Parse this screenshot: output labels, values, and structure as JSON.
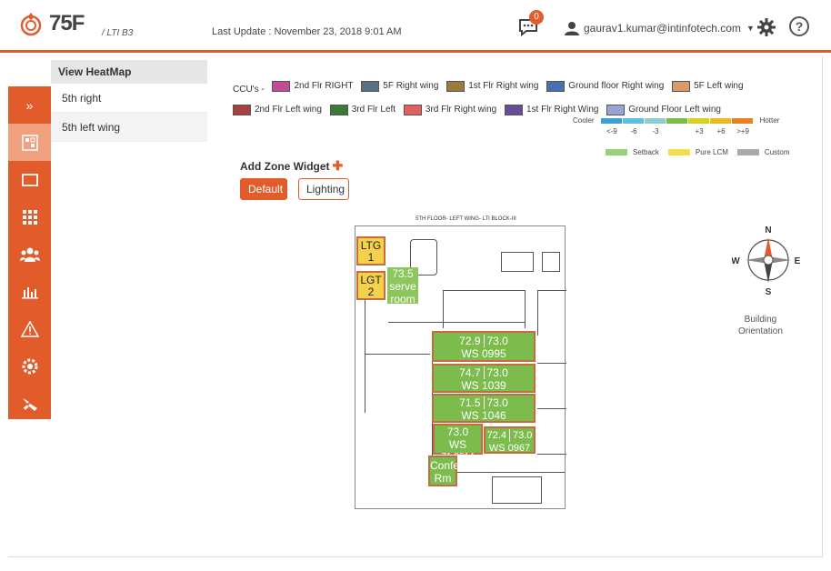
{
  "header": {
    "logo_text": "75F",
    "logo_sub": "/ LTI B3",
    "last_update": "Last Update : November 23, 2018 9:01 AM",
    "notification_count": "0",
    "user_email": "gaurav1.kumar@intinfotech.com",
    "help_label": "?"
  },
  "sidebar": {
    "rail_icons": [
      "expand-icon",
      "heatmap-icon",
      "monitor-icon",
      "grid-icon",
      "users-icon",
      "chart-icon",
      "alert-icon",
      "settings-icon",
      "tools-icon"
    ],
    "heading": "View HeatMap",
    "items": [
      {
        "label": "5th right"
      },
      {
        "label": "5th left wing"
      }
    ]
  },
  "legend": {
    "ccu_prefix": "CCU's -",
    "ccus": [
      {
        "label": "2nd Flr RIGHT",
        "color": "#c24a97"
      },
      {
        "label": "5F Right wing",
        "color": "#5a6f82"
      },
      {
        "label": "1st Flr Right wing",
        "color": "#9b7a3e"
      },
      {
        "label": "Ground floor Right wing",
        "color": "#4b6fb5"
      },
      {
        "label": "5F Left wing",
        "color": "#d99a6a"
      },
      {
        "label": "2nd Flr Left wing",
        "color": "#a8403f"
      },
      {
        "label": "3rd Flr Left",
        "color": "#3a7a35"
      },
      {
        "label": "3rd Flr Right wing",
        "color": "#e06060"
      },
      {
        "label": "1st Flr Right Wing",
        "color": "#6a4d9a"
      },
      {
        "label": "Ground Floor Left wing",
        "color": "#9aa4d4"
      }
    ]
  },
  "scale": {
    "cooler": "Cooler",
    "hotter": "Hotter",
    "colors": [
      "#3aa0d8",
      "#5cc0e0",
      "#8ad0d0",
      "#7cbc4c",
      "#d8d020",
      "#f0b820",
      "#e88020"
    ],
    "ticks": [
      "<-9",
      "-6",
      "-3",
      "",
      "+3",
      "+6",
      ">+9"
    ],
    "keys": [
      {
        "label": "Setback",
        "color": "#9bd07a"
      },
      {
        "label": "Pure LCM",
        "color": "#f3de4a"
      },
      {
        "label": "Custom",
        "color": "#aaaaaa"
      }
    ]
  },
  "widgets": {
    "add_zone": "Add Zone Widget",
    "default_btn": "Default",
    "lighting_btn": "Lighting"
  },
  "plan": {
    "title": "5TH FLOOR- LEFT WING- LTI BLOCK-III",
    "ltg1": [
      "LTG",
      "1"
    ],
    "lgt2": [
      "LGT",
      "2"
    ],
    "server": [
      "73.5",
      "serve",
      "room"
    ],
    "zones": [
      {
        "cur": "72.9",
        "set": "73.0",
        "name": "WS 0995"
      },
      {
        "cur": "74.7",
        "set": "73.0",
        "name": "WS 1039"
      },
      {
        "cur": "71.5",
        "set": "73.0",
        "name": "WS 1046"
      },
      {
        "cur": "72.4",
        "set": "73.0",
        "name": "WS 0967"
      }
    ],
    "ws1014": [
      "73.0",
      "WS",
      "71.8014"
    ],
    "conf": [
      "Confe",
      "Rm"
    ]
  },
  "compass": {
    "n": "N",
    "s": "S",
    "e": "E",
    "w": "W",
    "caption_1": "Building",
    "caption_2": "Orientation"
  }
}
